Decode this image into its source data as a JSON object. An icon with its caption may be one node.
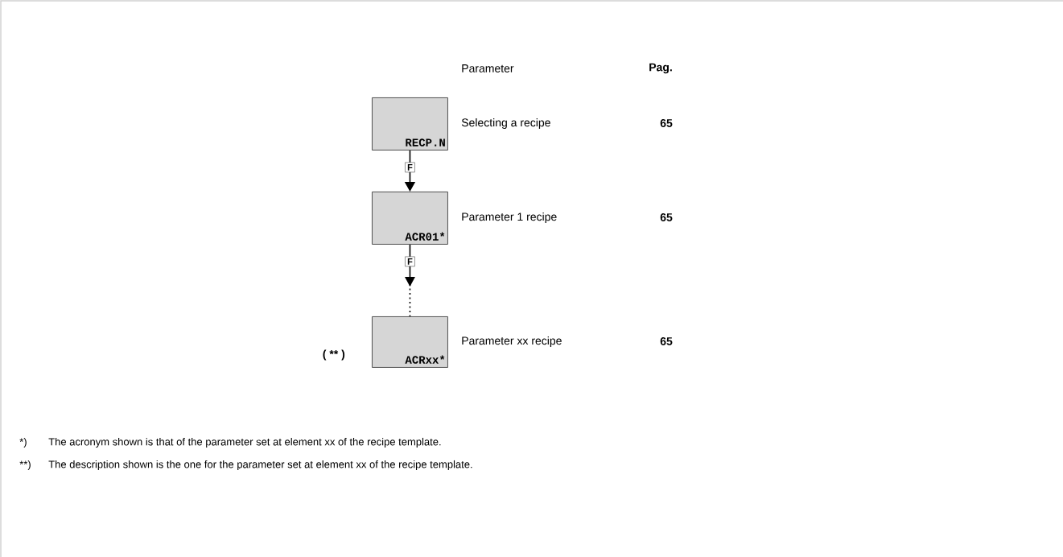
{
  "diagram": {
    "nodes": [
      {
        "text": [
          "RECP.N"
        ],
        "beside": [
          "Selecting a recipe"
        ]
      },
      {
        "text": [
          "ACR01*"
        ],
        "beside": [
          "Parameter 1 recipe"
        ]
      },
      {
        "text": [
          "ACRxx*"
        ],
        "beside": [
          "Parameter xx recipe"
        ]
      }
    ],
    "edges": [
      {
        "from": 0,
        "to": 1,
        "arrow": "to",
        "label": "F"
      },
      {
        "from": 1,
        "to": 2,
        "arrow": "to",
        "label": "F",
        "style": "dashed"
      }
    ],
    "labels": [
      "Parameter",
      "Pag.",
      "65",
      "65",
      "( ** )",
      "65",
      "*)",
      "The acronym shown is that of the parameter set at element xx of the recipe template.",
      "**)",
      "The description shown is the one for the parameter set at element xx of the recipe template."
    ]
  }
}
